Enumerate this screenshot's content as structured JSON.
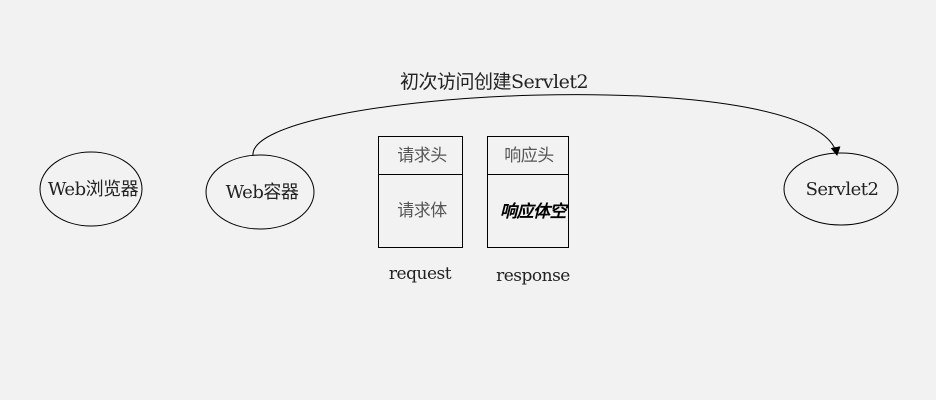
{
  "nodes": {
    "browser": "Web浏览器",
    "container": "Web容器",
    "servlet": "Servlet2"
  },
  "edge": {
    "label": "初次访问创建Servlet2"
  },
  "request": {
    "header": "请求头",
    "body": "请求体",
    "caption": "request"
  },
  "response": {
    "header": "响应头",
    "body": "响应体空",
    "caption": "response"
  }
}
